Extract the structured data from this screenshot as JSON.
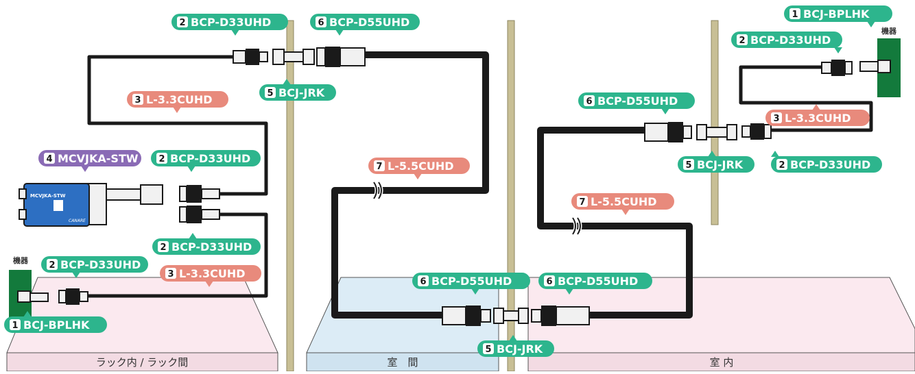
{
  "colors": {
    "bcp_d33": "#2db58d",
    "bcp_d55": "#2db58d",
    "bcj": "#2db58d",
    "cable": "#e88a7c",
    "mcv": "#8a6bb5",
    "wall": "#c8bf95",
    "zone_pink": "#fbe9ef",
    "zone_blue": "#dcecf6",
    "device": "#137a3c"
  },
  "zones": {
    "rack": "ラック内 / ラック間",
    "between": "室　間",
    "inside": "室 内"
  },
  "devices": {
    "left": "機器",
    "right": "機器"
  },
  "parts": {
    "p1": "BCJ-BPLHK",
    "p2": "BCP-D33UHD",
    "p3": "L-3.3CUHD",
    "p4": "MCVJKA-STW",
    "p5": "BCJ-JRK",
    "p6": "BCP-D55UHD",
    "p7": "L-5.5CUHD"
  },
  "numbers": {
    "n1": "1",
    "n2": "2",
    "n3": "3",
    "n4": "4",
    "n5": "5",
    "n6": "6",
    "n7": "7"
  },
  "converter": {
    "model": "MCVJKA-STW",
    "brand": "CANARE"
  },
  "labels": [
    {
      "id": "top-d33",
      "num": "2",
      "text": "BCP-D33UHD",
      "color": "bcp_d33"
    },
    {
      "id": "top-d55",
      "num": "6",
      "text": "BCP-D55UHD",
      "color": "bcp_d55"
    },
    {
      "id": "top-jrk",
      "num": "5",
      "text": "BCJ-JRK",
      "color": "bcj"
    },
    {
      "id": "left-l33-top",
      "num": "3",
      "text": "L-3.3CUHD",
      "color": "cable"
    },
    {
      "id": "mcv",
      "num": "4",
      "text": "MCVJKA-STW",
      "color": "mcv"
    },
    {
      "id": "left-d33-mid",
      "num": "2",
      "text": "BCP-D33UHD",
      "color": "bcp_d33"
    },
    {
      "id": "left-d33-low",
      "num": "2",
      "text": "BCP-D33UHD",
      "color": "bcp_d33"
    },
    {
      "id": "left-d33-dev",
      "num": "2",
      "text": "BCP-D33UHD",
      "color": "bcp_d33"
    },
    {
      "id": "left-l33-low",
      "num": "3",
      "text": "L-3.3CUHD",
      "color": "cable"
    },
    {
      "id": "left-bplhk",
      "num": "1",
      "text": "BCJ-BPLHK",
      "color": "bcj"
    },
    {
      "id": "mid-l55",
      "num": "7",
      "text": "L-5.5CUHD",
      "color": "cable"
    },
    {
      "id": "bot-d55-left",
      "num": "6",
      "text": "BCP-D55UHD",
      "color": "bcp_d55"
    },
    {
      "id": "bot-d55-right",
      "num": "6",
      "text": "BCP-D55UHD",
      "color": "bcp_d55"
    },
    {
      "id": "bot-jrk",
      "num": "5",
      "text": "BCJ-JRK",
      "color": "bcj"
    },
    {
      "id": "right-d55",
      "num": "6",
      "text": "BCP-D55UHD",
      "color": "bcp_d55"
    },
    {
      "id": "right-jrk",
      "num": "5",
      "text": "BCJ-JRK",
      "color": "bcj"
    },
    {
      "id": "right-d33-low",
      "num": "2",
      "text": "BCP-D33UHD",
      "color": "bcp_d33"
    },
    {
      "id": "right-l33",
      "num": "3",
      "text": "L-3.3CUHD",
      "color": "cable"
    },
    {
      "id": "right-l55",
      "num": "7",
      "text": "L-5.5CUHD",
      "color": "cable"
    },
    {
      "id": "right-d33-top",
      "num": "2",
      "text": "BCP-D33UHD",
      "color": "bcp_d33"
    },
    {
      "id": "right-bplhk",
      "num": "1",
      "text": "BCJ-BPLHK",
      "color": "bcj"
    }
  ]
}
